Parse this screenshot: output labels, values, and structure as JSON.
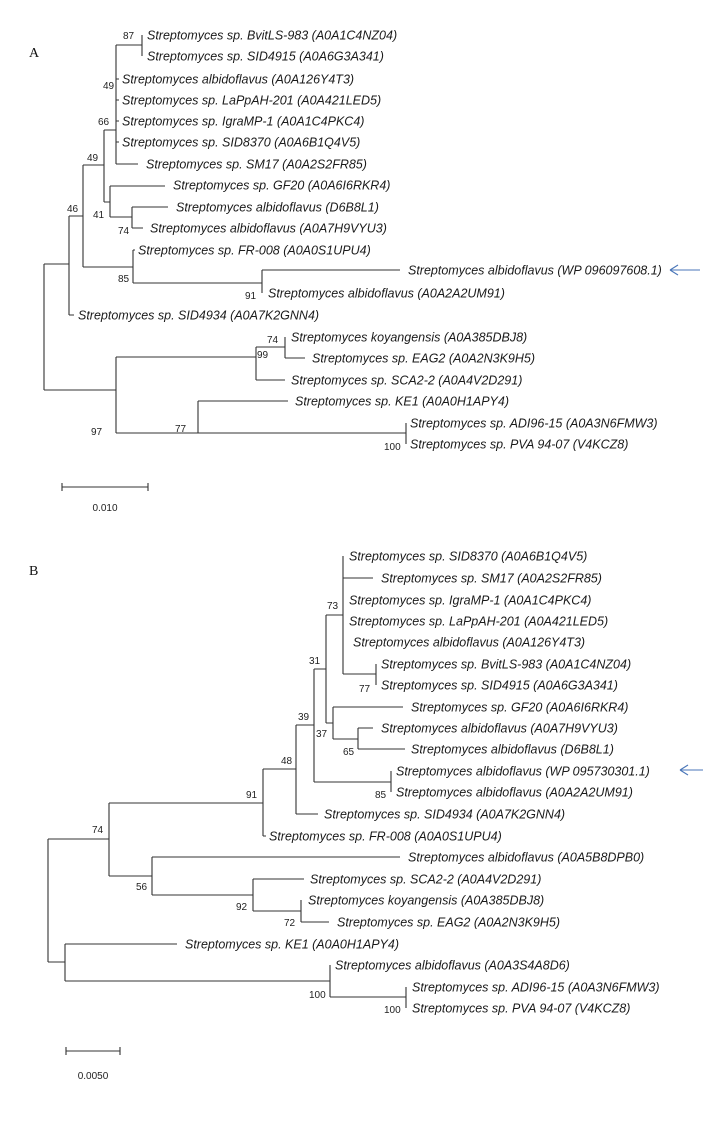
{
  "panels": [
    {
      "label": "A",
      "leaves": [
        "Streptomyces sp. BvitLS-983 (A0A1C4NZ04)",
        "Streptomyces sp. SID4915 (A0A6G3A341)",
        "Streptomyces albidoflavus (A0A126Y4T3)",
        "Streptomyces sp. LaPpAH-201 (A0A421LED5)",
        "Streptomyces sp. IgraMP-1 (A0A1C4PKC4)",
        "Streptomyces sp. SID8370 (A0A6B1Q4V5)",
        "Streptomyces sp. SM17 (A0A2S2FR85)",
        "Streptomyces sp. GF20 (A0A6I6RKR4)",
        "Streptomyces albidoflavus (D6B8L1)",
        "Streptomyces albidoflavus (A0A7H9VYU3)",
        "Streptomyces sp. FR-008 (A0A0S1UPU4)",
        "Streptomyces albidoflavus (WP 096097608.1)",
        "Streptomyces albidoflavus (A0A2A2UM91)",
        "Streptomyces sp. SID4934 (A0A7K2GNN4)",
        "Streptomyces koyangensis (A0A385DBJ8)",
        "Streptomyces sp. EAG2 (A0A2N3K9H5)",
        "Streptomyces sp. SCA2-2 (A0A4V2D291)",
        "Streptomyces sp. KE1 (A0A0H1APY4)",
        "Streptomyces sp. ADI96-15 (A0A3N6FMW3)",
        "Streptomyces sp. PVA 94-07 (V4KCZ8)"
      ],
      "bootstrap": [
        "87",
        "49",
        "66",
        "49",
        "46",
        "41",
        "74",
        "85",
        "91",
        "74",
        "99",
        "97",
        "77",
        "100"
      ],
      "scale_label": "0.010",
      "arrow_icon": "left-arrow-icon",
      "highlighted_leaf": 11
    },
    {
      "label": "B",
      "leaves": [
        "Streptomyces sp. SID8370 (A0A6B1Q4V5)",
        "Streptomyces sp. SM17 (A0A2S2FR85)",
        "Streptomyces sp. IgraMP-1 (A0A1C4PKC4)",
        "Streptomyces sp. LaPpAH-201 (A0A421LED5)",
        "Streptomyces albidoflavus (A0A126Y4T3)",
        "Streptomyces sp. BvitLS-983 (A0A1C4NZ04)",
        "Streptomyces sp. SID4915 (A0A6G3A341)",
        "Streptomyces sp. GF20 (A0A6I6RKR4)",
        "Streptomyces albidoflavus (A0A7H9VYU3)",
        "Streptomyces albidoflavus (D6B8L1)",
        "Streptomyces albidoflavus (WP 095730301.1)",
        "Streptomyces albidoflavus (A0A2A2UM91)",
        "Streptomyces sp. SID4934 (A0A7K2GNN4)",
        "Streptomyces sp. FR-008 (A0A0S1UPU4)",
        "Streptomyces albidoflavus (A0A5B8DPB0)",
        "Streptomyces sp. SCA2-2 (A0A4V2D291)",
        "Streptomyces koyangensis (A0A385DBJ8)",
        "Streptomyces sp. EAG2 (A0A2N3K9H5)",
        "Streptomyces sp. KE1 (A0A0H1APY4)",
        "Streptomyces albidoflavus (A0A3S4A8D6)",
        "Streptomyces sp. ADI96-15 (A0A3N6FMW3)",
        "Streptomyces sp. PVA 94-07 (V4KCZ8)"
      ],
      "bootstrap": [
        "73",
        "31",
        "77",
        "39",
        "37",
        "65",
        "48",
        "85",
        "91",
        "74",
        "56",
        "92",
        "72",
        "100",
        "100"
      ],
      "scale_label": "0.0050",
      "arrow_icon": "left-arrow-icon",
      "highlighted_leaf": 10
    }
  ]
}
